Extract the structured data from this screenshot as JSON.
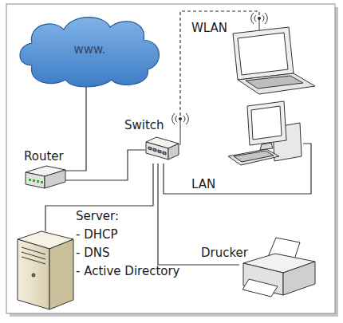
{
  "diagram": {
    "nodes": [
      {
        "text": [
          "www."
        ]
      },
      {
        "text": []
      },
      {
        "text": [
          "Switch"
        ]
      },
      {
        "text": []
      },
      {
        "text": [
          "Router"
        ]
      },
      {
        "text": [
          "Server:",
          "- DHCP",
          "- DNS",
          "- Active Directory"
        ]
      },
      {
        "text": [
          "Drucker"
        ]
      }
    ],
    "edges": [
      {
        "from": 0,
        "to": 4,
        "arrow": "none"
      },
      {
        "from": 4,
        "to": 2,
        "arrow": "none"
      },
      {
        "from": 2,
        "to": 1,
        "label": "WLAN",
        "arrow": "none"
      },
      {
        "from": 2,
        "to": 3,
        "label": "LAN",
        "arrow": "none"
      },
      {
        "from": 2,
        "to": 5,
        "arrow": "none"
      },
      {
        "from": 2,
        "to": 6,
        "arrow": "none"
      }
    ]
  }
}
